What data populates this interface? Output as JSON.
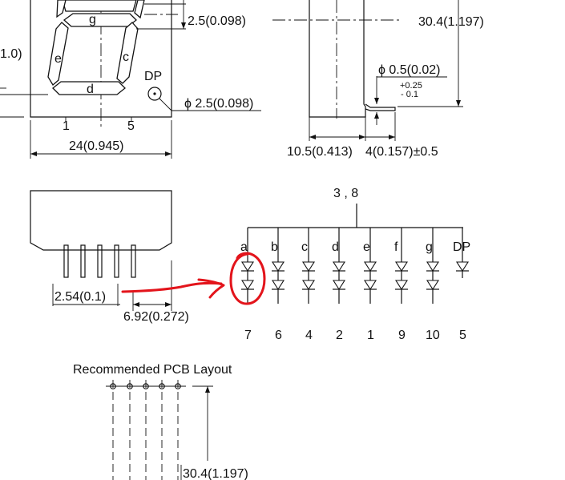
{
  "front_view": {
    "seg_g": "g",
    "seg_e": "e",
    "seg_c": "c",
    "seg_d": "d",
    "dp_label": "DP",
    "dim_seg_width": "2.5(0.098)",
    "dim_left_partial": "1.0)",
    "dim_dp_hole": "ϕ 2.5(0.098)",
    "pin_left": "1",
    "pin_right": "5",
    "dim_width": "24(0.945)"
  },
  "side_view": {
    "dim_height": "30.4(1.197)",
    "dim_pin_dia": "ϕ 0.5(0.02)",
    "tol_plus": "+0.25",
    "tol_minus": "- 0.1",
    "dim_depth": "10.5(0.413)",
    "dim_pin_len": "4(0.157)±0.5"
  },
  "bottom_view": {
    "dim_pitch": "2.54(0.1)",
    "dim_offset": "6.92(0.272)"
  },
  "schematic": {
    "common_pins": "3 , 8",
    "segments": [
      {
        "label": "a",
        "pin": "7"
      },
      {
        "label": "b",
        "pin": "6"
      },
      {
        "label": "c",
        "pin": "4"
      },
      {
        "label": "d",
        "pin": "2"
      },
      {
        "label": "e",
        "pin": "1"
      },
      {
        "label": "f",
        "pin": "9"
      },
      {
        "label": "g",
        "pin": "10"
      },
      {
        "label": "DP",
        "pin": "5"
      }
    ]
  },
  "pcb_layout": {
    "title": "Recommended PCB Layout",
    "dim_height": "30.4(1.197)"
  },
  "annotation_colors": {
    "markup": "#e3141b",
    "ink": "#111111"
  }
}
